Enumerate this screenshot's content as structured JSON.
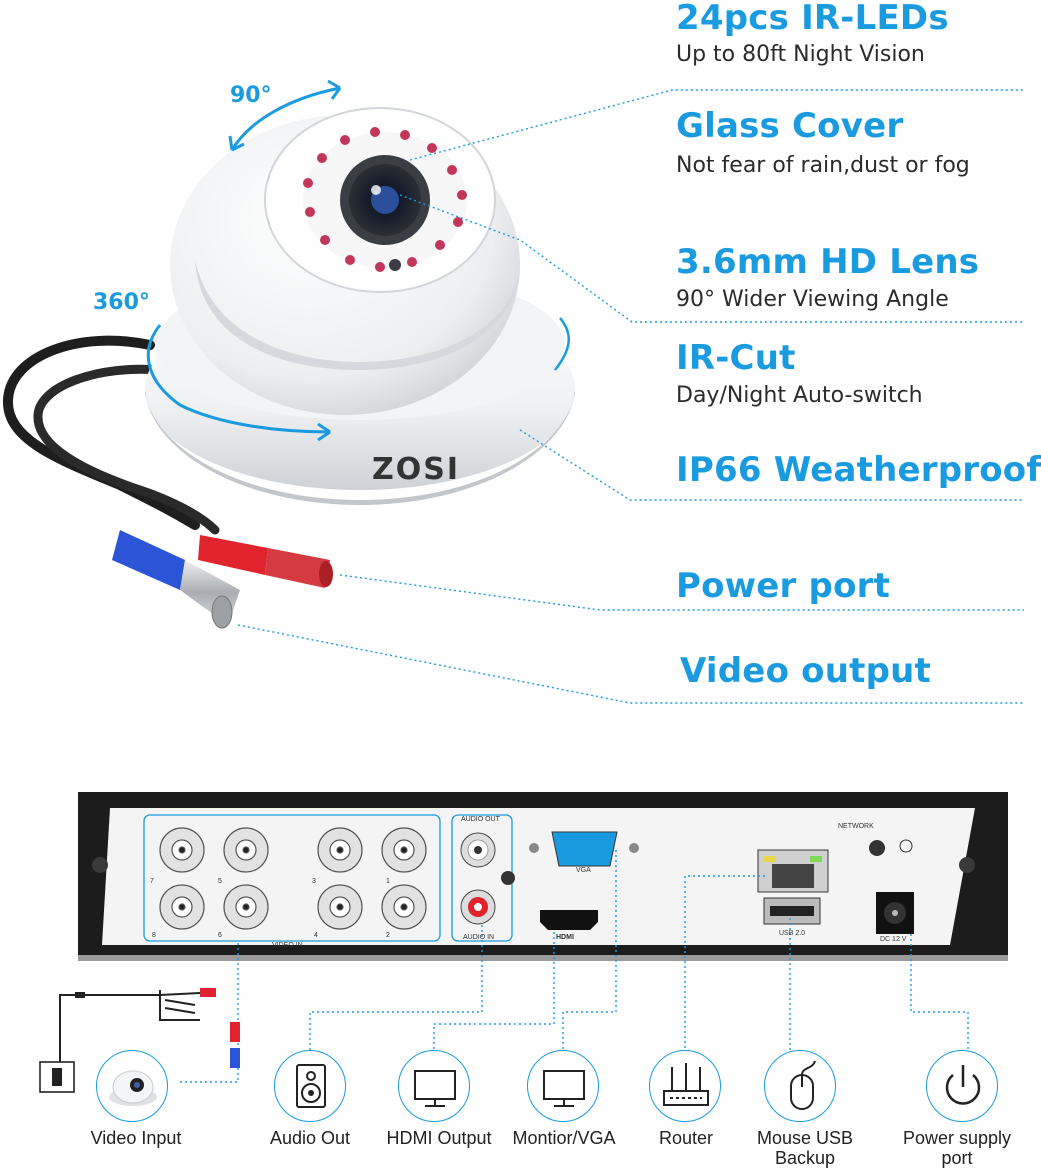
{
  "camera": {
    "brand": "ZOSI",
    "tilt_label": "90°",
    "pan_label": "360°"
  },
  "features": [
    {
      "title": "24pcs IR-LEDs",
      "subtitle": "Up to 80ft Night Vision"
    },
    {
      "title": "Glass Cover",
      "subtitle": "Not fear of rain,dust or fog"
    },
    {
      "title": "3.6mm HD Lens",
      "subtitle": "90° Wider Viewing Angle"
    },
    {
      "title": "IR-Cut",
      "subtitle": "Day/Night Auto-switch"
    },
    {
      "title": "IP66 Weatherproof",
      "subtitle": ""
    },
    {
      "title": "Power port",
      "subtitle": ""
    },
    {
      "title": "Video output",
      "subtitle": ""
    }
  ],
  "dvr": {
    "channel_numbers": [
      "7",
      "5",
      "3",
      "1",
      "8",
      "6",
      "4",
      "2"
    ],
    "video_in": "VIDEO IN",
    "audio_out": "AUDIO OUT",
    "audio_in": "AUDIO IN",
    "vga": "VGA",
    "hdmi": "HDMI",
    "network": "NETWORK",
    "usb": "USB 2.0",
    "dc": "DC 12 V"
  },
  "connections": [
    {
      "label": "Video Input",
      "icon": "dome-camera-icon"
    },
    {
      "label": "Audio Out",
      "icon": "speaker-icon"
    },
    {
      "label": "HDMI Output",
      "icon": "monitor-icon"
    },
    {
      "label": "Montior/VGA",
      "icon": "monitor-icon"
    },
    {
      "label": "Router",
      "icon": "router-icon"
    },
    {
      "label": "Mouse USB\nBackup",
      "icon": "mouse-icon"
    },
    {
      "label": "Power supply\nport",
      "icon": "power-icon"
    }
  ],
  "colors": {
    "accent": "#1a9be0",
    "text": "#2b2b2b",
    "dvr_panel": "#f4f4f4",
    "dvr_frame": "#1c1c1c"
  }
}
